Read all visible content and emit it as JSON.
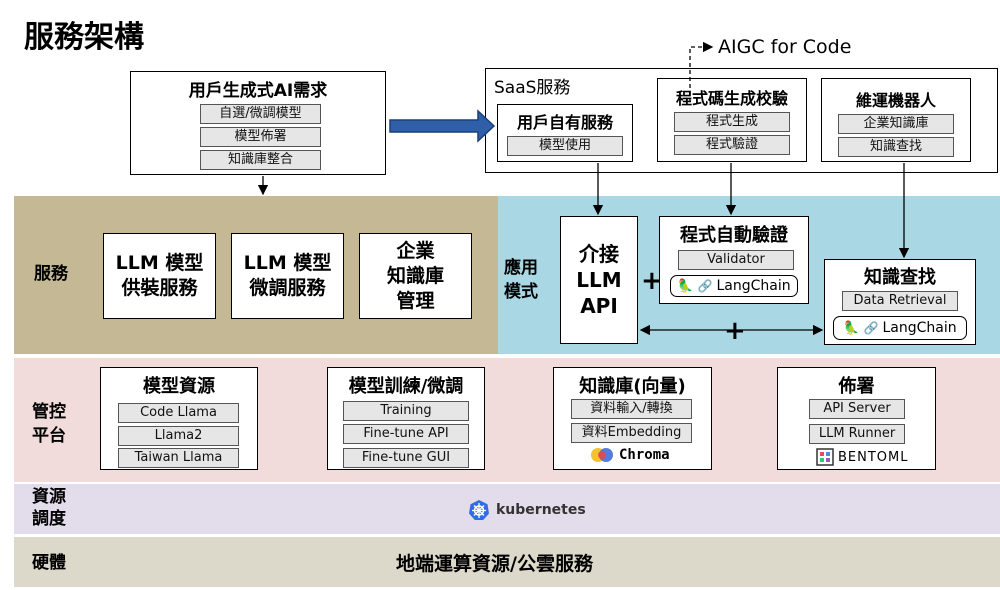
{
  "page_title": "服務架構",
  "aigc_label": "AIGC for Code",
  "user_needs": {
    "title": "用戶生成式AI需求",
    "items": [
      "自選/微調模型",
      "模型佈署",
      "知識庫整合"
    ]
  },
  "saas": {
    "title": "SaaS服務",
    "own_service": {
      "title": "用戶自有服務",
      "items": [
        "模型使用"
      ]
    },
    "code_gen": {
      "title": "程式碼生成校驗",
      "items": [
        "程式生成",
        "程式驗證"
      ]
    },
    "ops_robot": {
      "title": "維運機器人",
      "items": [
        "企業知識庫",
        "知識查找"
      ]
    }
  },
  "layers": {
    "service": "服務",
    "app_mode": "應用模式",
    "control_platform": "管控平台",
    "resource_scheduling": "資源調度",
    "hardware": "硬體"
  },
  "service_boxes": [
    {
      "line1": "LLM 模型",
      "line2": "供裝服務"
    },
    {
      "line1": "LLM 模型",
      "line2": "微調服務"
    },
    {
      "line1": "企業",
      "line2": "知識庫",
      "line3": "管理"
    }
  ],
  "app": {
    "llm_api": {
      "line1": "介接",
      "line2": "LLM",
      "line3": "API"
    },
    "plus": "+",
    "code_verify": {
      "title": "程式自動驗證",
      "items": [
        "Validator"
      ],
      "lib": "LangChain"
    },
    "knowledge_search": {
      "title": "知識查找",
      "items": [
        "Data Retrieval"
      ],
      "lib": "LangChain"
    }
  },
  "control": {
    "model_resources": {
      "title": "模型資源",
      "items": [
        "Code Llama",
        "Llama2",
        "Taiwan Llama"
      ]
    },
    "training": {
      "title": "模型訓練/微調",
      "items": [
        "Training",
        "Fine-tune API",
        "Fine-tune GUI"
      ]
    },
    "vector_kb": {
      "title": "知識庫(向量)",
      "items": [
        "資料輸入/轉換",
        "資料Embedding"
      ],
      "logo": "Chroma"
    },
    "deploy": {
      "title": "佈署",
      "items": [
        "API Server",
        "LLM Runner"
      ],
      "logo": "BENTOML"
    }
  },
  "resources": {
    "logo": "kubernetes"
  },
  "hardware": {
    "text": "地端運算資源/公雲服務"
  },
  "colors": {
    "service_band": "#c4b994",
    "app_band": "#a9d7e4",
    "control_band": "#f1dcdb",
    "resource_band": "#e3dcea",
    "hardware_band": "#dcd9ca",
    "arrow_blue": "#2e5fa8"
  },
  "icons": [
    "parrot-icon",
    "chain-link-icon",
    "chroma-logo-icon",
    "kubernetes-icon",
    "bentoml-icon"
  ]
}
